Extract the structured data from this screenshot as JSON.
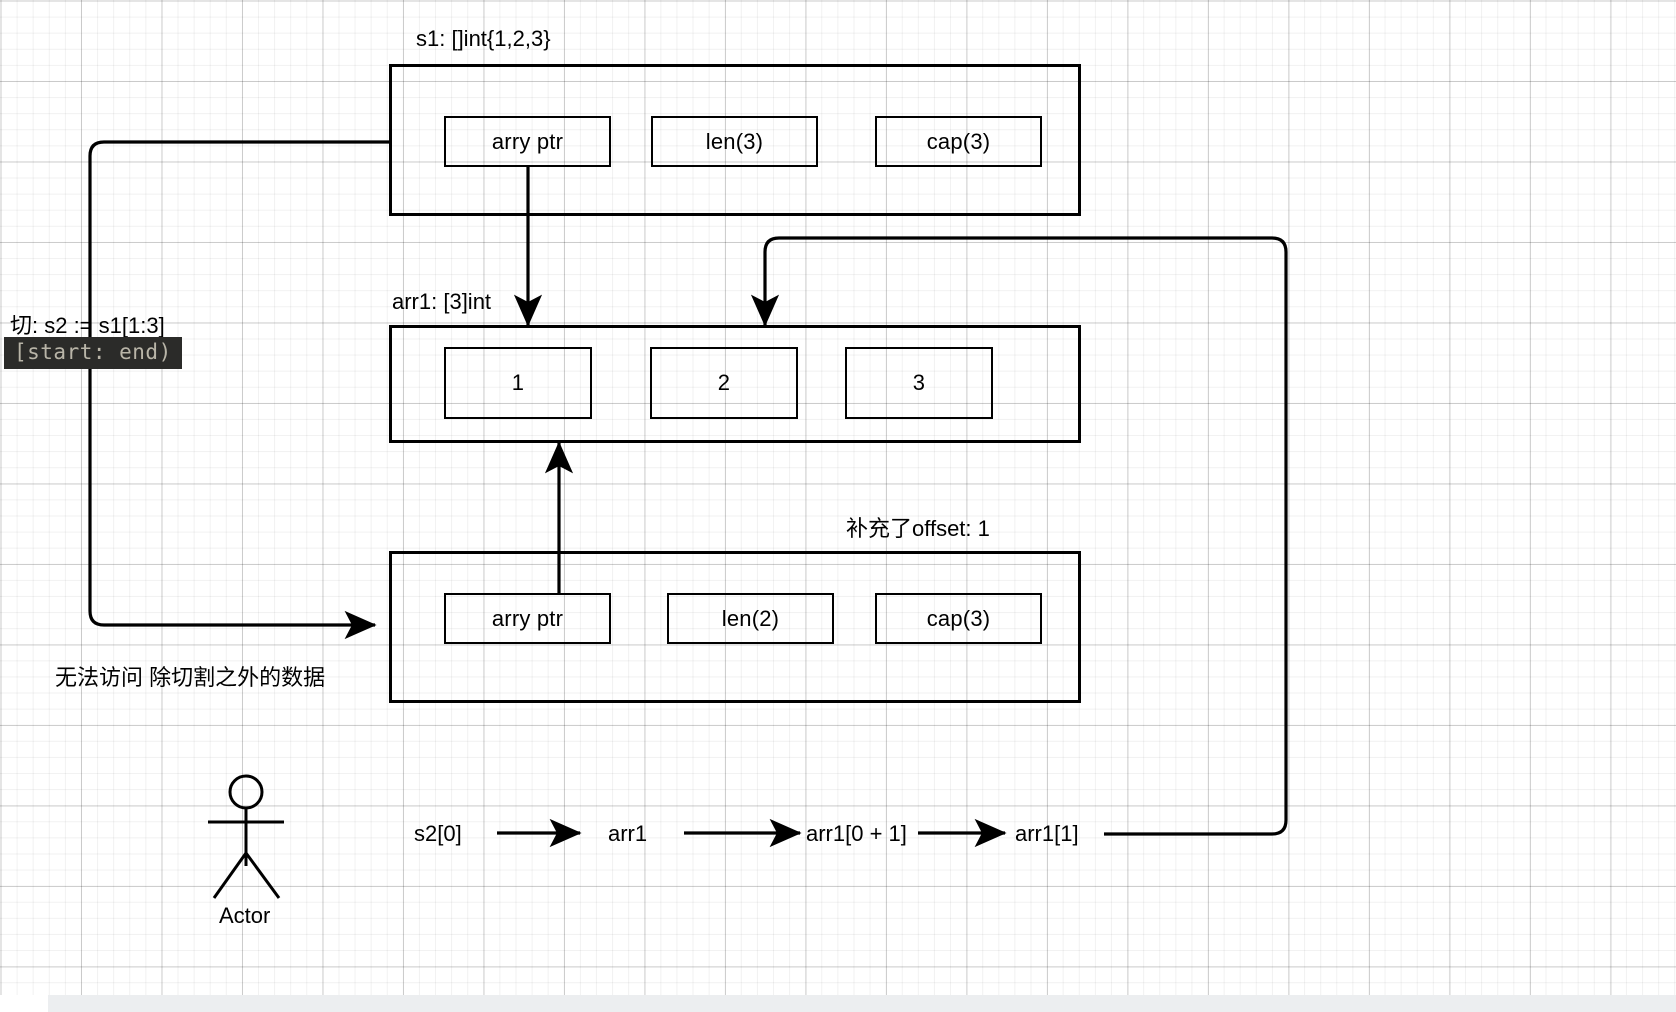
{
  "diagram": {
    "title_s1": "s1: []int{1,2,3}",
    "title_arr1": "arr1: [3]int",
    "title_offset": "补充了offset: 1",
    "slice_note_line1": "切:  s2 := s1[1:3]",
    "slice_note_code": "[start: end)",
    "access_note": "无法访问 除切割之外的数据",
    "actor_label": "Actor"
  },
  "s1_struct": {
    "fields": [
      {
        "label": "arry ptr"
      },
      {
        "label": "len(3)"
      },
      {
        "label": "cap(3)"
      }
    ]
  },
  "arr1_array": {
    "elements": [
      {
        "label": "1"
      },
      {
        "label": "2"
      },
      {
        "label": "3"
      }
    ]
  },
  "s2_struct": {
    "fields": [
      {
        "label": "arry ptr"
      },
      {
        "label": "len(2)"
      },
      {
        "label": "cap(3)"
      }
    ]
  },
  "flow_chain": {
    "steps": [
      {
        "label": "s2[0]"
      },
      {
        "label": "arr1"
      },
      {
        "label": "arr1[0 + 1]"
      },
      {
        "label": "arr1[1]"
      }
    ]
  },
  "colors": {
    "stroke": "#000000",
    "background": "#ffffff",
    "grid_minor": "#f0f0f0",
    "grid_major": "#d6d6d6",
    "code_chip_bg": "#2b2b29",
    "code_chip_fg": "#b9b5a8"
  }
}
